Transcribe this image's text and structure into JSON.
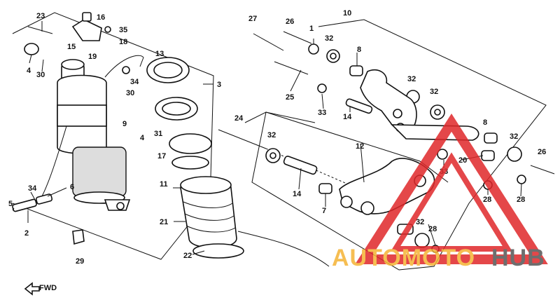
{
  "callouts": {
    "p1": "1",
    "p2": "2",
    "p3": "3",
    "p4a": "4",
    "p4b": "4",
    "p5": "5",
    "p6": "6",
    "p7": "7",
    "p8a": "8",
    "p8b": "8",
    "p9": "9",
    "p10": "10",
    "p11": "11",
    "p12": "12",
    "p13": "13",
    "p14a": "14",
    "p14b": "14",
    "p15": "15",
    "p16": "16",
    "p17": "17",
    "p18": "18",
    "p19": "19",
    "p20": "20",
    "p21": "21",
    "p22": "22",
    "p23": "23",
    "p24": "24",
    "p25": "25",
    "p26a": "26",
    "p26b": "26",
    "p27": "27",
    "p28a": "28",
    "p28b": "28",
    "p28c": "28",
    "p29": "29",
    "p30a": "30",
    "p30b": "30",
    "p31": "31",
    "p32a": "32",
    "p32b": "32",
    "p32c": "32",
    "p32d": "32",
    "p32e": "32",
    "p32f": "32",
    "p33a": "33",
    "p33b": "33",
    "p34a": "34",
    "p34b": "34",
    "p35": "35"
  },
  "fwd_label": "FWD",
  "watermark": {
    "brand_left": "AUTOMOTO",
    "brand_right": "HUB",
    "color_left": "#f5b335",
    "color_right": "#555555",
    "triangle_color": "#e0282a"
  }
}
